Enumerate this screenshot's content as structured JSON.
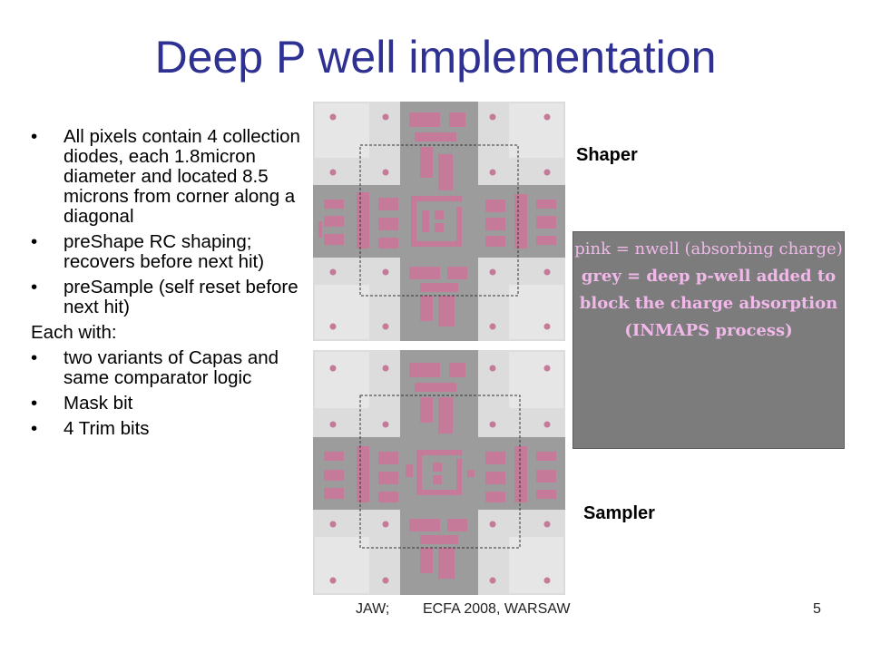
{
  "slide": {
    "title": "Deep P well implementation",
    "bullets_top": [
      "All pixels contain 4 collection diodes, each 1.8micron diameter and located 8.5 microns from corner along a diagonal",
      "preShape RC shaping; recovers before next hit)",
      "preSample (self reset before next hit)"
    ],
    "each_with": "Each with:",
    "bullets_bottom": [
      "two variants of Capas and same comparator logic",
      "Mask bit",
      "4 Trim bits"
    ],
    "bullet_glyph": "•",
    "labels": {
      "shaper": "Shaper",
      "sampler": "Sampler"
    },
    "legend": {
      "pink": "pink = nwell (absorbing charge)",
      "grey": "grey = deep p-well added to block the charge absorption (INMAPS process)"
    },
    "footer": {
      "author": "JAW;",
      "event": "ECFA 2008, WARSAW",
      "page": "5"
    }
  },
  "colors": {
    "title": "#2e3192",
    "pink": "#c67a9a",
    "light_grey": "#dcdcdc",
    "deep_grey": "#9c9c9c",
    "legend_bg": "#7c7c7c",
    "legend_text": "#f0b9ea"
  }
}
